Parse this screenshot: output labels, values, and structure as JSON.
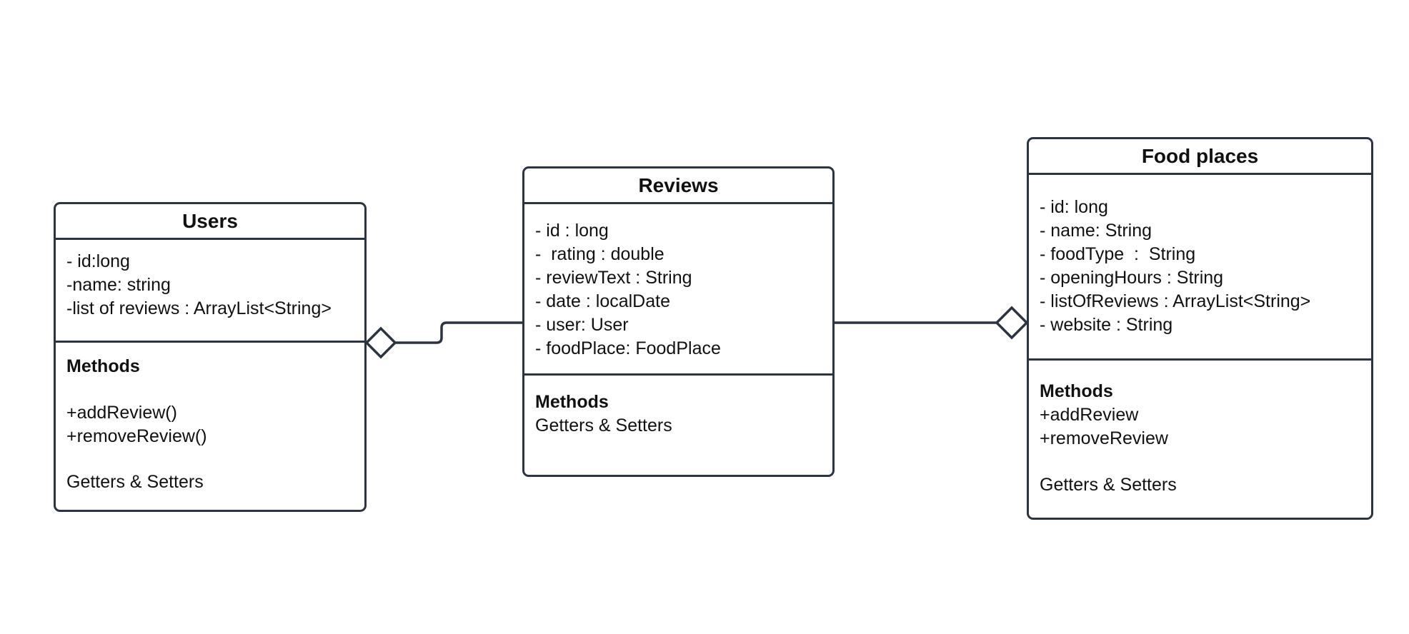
{
  "diagram": {
    "type": "uml-class-diagram",
    "background_color": "#ffffff",
    "stroke_color": "#2b3440",
    "text_color": "#111111",
    "classes": [
      {
        "title": "Users",
        "attributes": [
          "- id:long",
          "-name: string",
          "-list of reviews : ArrayList<String>"
        ],
        "methods_heading": "Methods",
        "methods": [
          "+addReview()",
          "+removeReview()"
        ],
        "methods_footer": "Getters & Setters"
      },
      {
        "title": "Reviews",
        "attributes": [
          "- id : long",
          "-  rating : double",
          "- reviewText : String",
          "- date : localDate",
          "- user: User",
          "- foodPlace: FoodPlace"
        ],
        "methods_heading": "Methods",
        "methods": [],
        "methods_footer": "Getters & Setters"
      },
      {
        "title": "Food places",
        "attributes": [
          "- id: long",
          "- name: String",
          "- foodType  :  String",
          "- openingHours : String",
          "- listOfReviews : ArrayList<String>",
          "- website : String"
        ],
        "methods_heading": "Methods",
        "methods": [
          "+addReview",
          "+removeReview"
        ],
        "methods_footer": "Getters & Setters"
      }
    ],
    "connectors": [
      {
        "from": "Users",
        "to": "Reviews",
        "type": "aggregation",
        "diamond_end": "Users"
      },
      {
        "from": "Reviews",
        "to": "Food places",
        "type": "aggregation",
        "diamond_end": "Food places"
      }
    ]
  }
}
